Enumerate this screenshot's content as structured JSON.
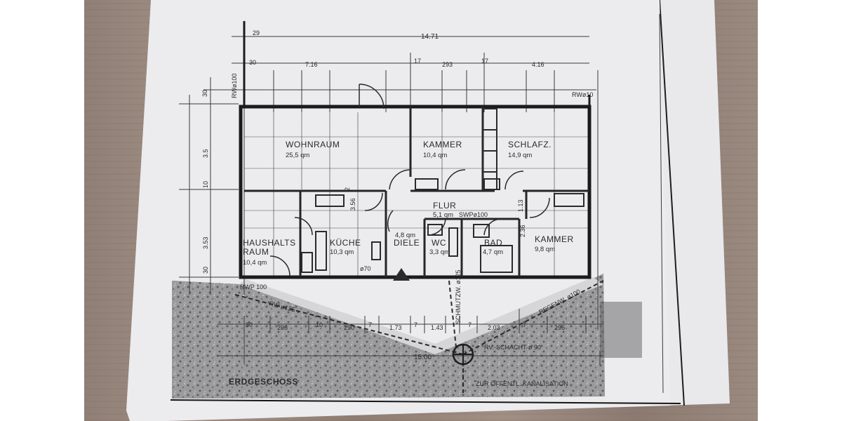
{
  "plan": {
    "caption": "ERDGESCHOSS",
    "rooms": [
      {
        "name": "WOHNRAUM",
        "area": "25,5 qm"
      },
      {
        "name": "KAMMER",
        "area": "10,4 qm"
      },
      {
        "name": "SCHLAFZ.",
        "area": "14,9 qm"
      },
      {
        "name": "FLUR",
        "area": "5,1 qm"
      },
      {
        "name": "HAUSHALTS",
        "name2": "RAUM",
        "area": "10,4 qm"
      },
      {
        "name": "KÜCHE",
        "area": "10,3 qm"
      },
      {
        "name": "DIELE",
        "area": "4,8 qm"
      },
      {
        "name": "WC",
        "area": "3,3 qm"
      },
      {
        "name": "BAD",
        "area": "4,7 qm"
      },
      {
        "name": "KAMMER",
        "area": "9,8 qm"
      }
    ],
    "top_dims": {
      "total": "14.71",
      "left_small": "29",
      "d30": "30",
      "d716": "7.16",
      "d17a": "17",
      "d293": "293",
      "d17b": "17",
      "d416": "4.16"
    },
    "left_dims": {
      "d30a": "30",
      "d35": "3.5",
      "d10": "10",
      "d353": "3.53",
      "d30b": "30"
    },
    "inner_dims": {
      "d2": "2",
      "d356": "3.56",
      "d113": "1.13",
      "d236": "2.36",
      "d70": "ø70"
    },
    "bottom_dims": {
      "d30": "30",
      "d296": "296",
      "d10": "10",
      "d290": "290",
      "d7a": "7",
      "d173": "1.73",
      "d7b": "7",
      "d143": "1.43",
      "d7c": "7",
      "d203": "2.03",
      "d7d": "7",
      "d296b": "296",
      "total": "15.00"
    },
    "annotations": {
      "rw_top_left": "RWø100",
      "rw_top_right": "RWø10",
      "swp": "SWPø100",
      "rwp_left": "RWP 100",
      "rw125": "RW ø125",
      "schmutz": "SCHMUTZW. ø125",
      "regenwasser": "REGENW. ø100",
      "schacht": "RV.-SCHACHT ø 90",
      "kanal": "ZUR ÖFFENTL. KANALISATION"
    }
  }
}
